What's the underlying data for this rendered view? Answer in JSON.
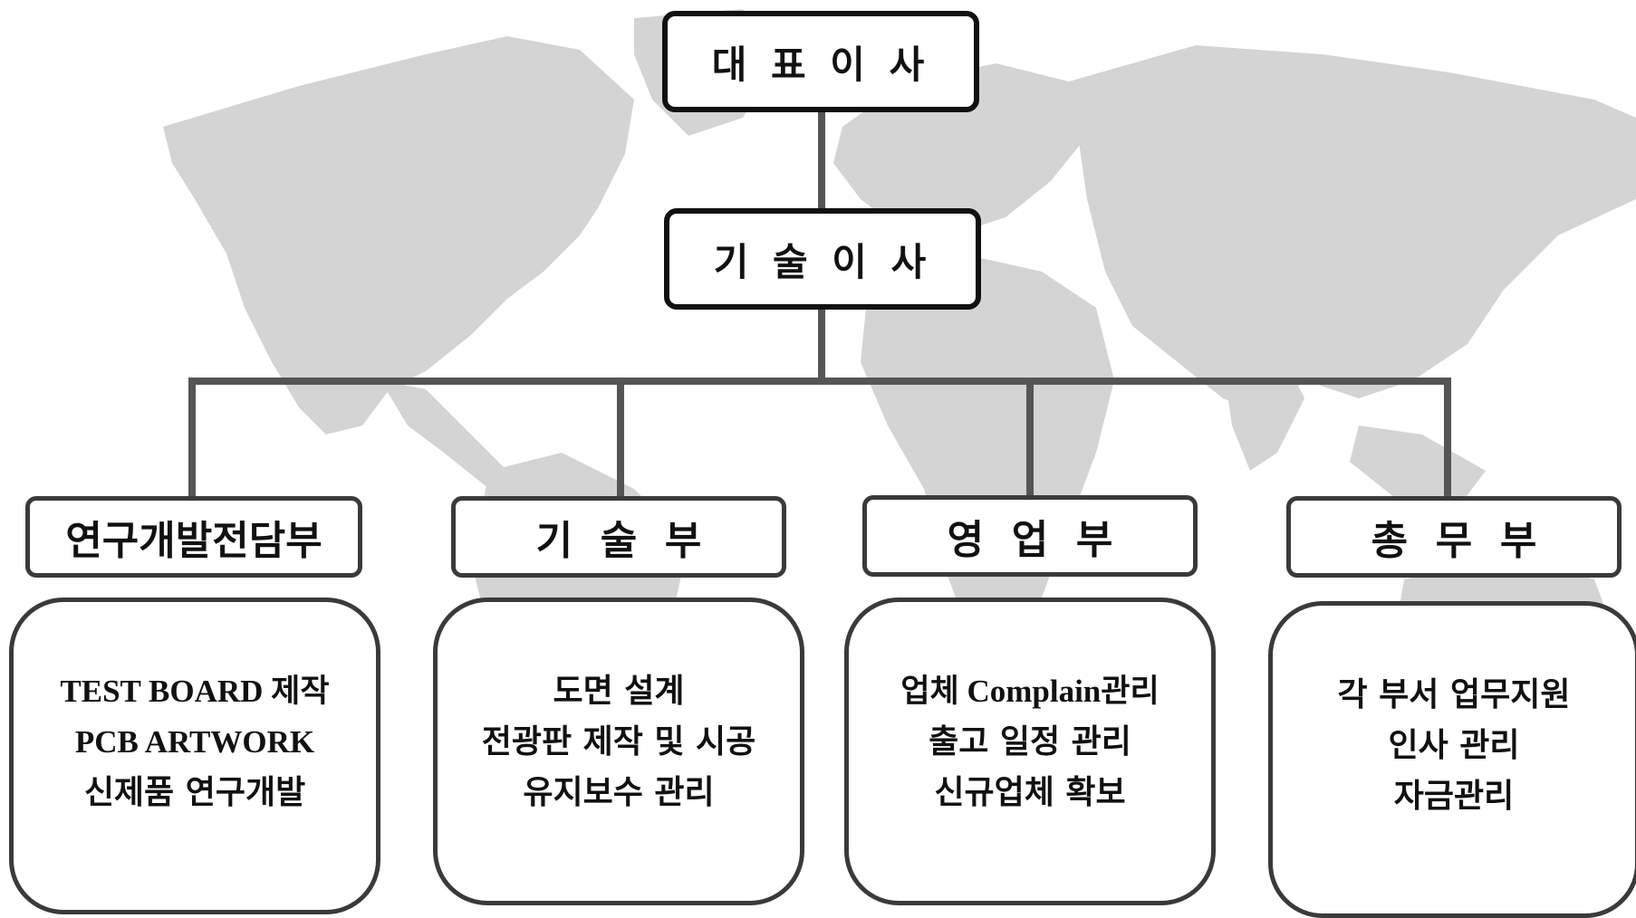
{
  "ceo": {
    "label": "대 표 이 사"
  },
  "cto": {
    "label": "기 술 이 사"
  },
  "departments": [
    {
      "name": "연구개발전담부",
      "duties": [
        "TEST BOARD 제작",
        "PCB ARTWORK",
        "신제품 연구개발"
      ]
    },
    {
      "name": "기  술  부",
      "duties": [
        "도면 설계",
        "전광판 제작 및 시공",
        "유지보수 관리"
      ]
    },
    {
      "name": "영  업  부",
      "duties": [
        "업체 Complain관리",
        "출고 일정 관리",
        "신규업체 확보"
      ]
    },
    {
      "name": "총  무  부",
      "duties": [
        "각 부서 업무지원",
        "인사 관리",
        "자금관리"
      ]
    }
  ],
  "colors": {
    "map": "#d4d4d4",
    "line": "#555555",
    "border": "#111111"
  }
}
